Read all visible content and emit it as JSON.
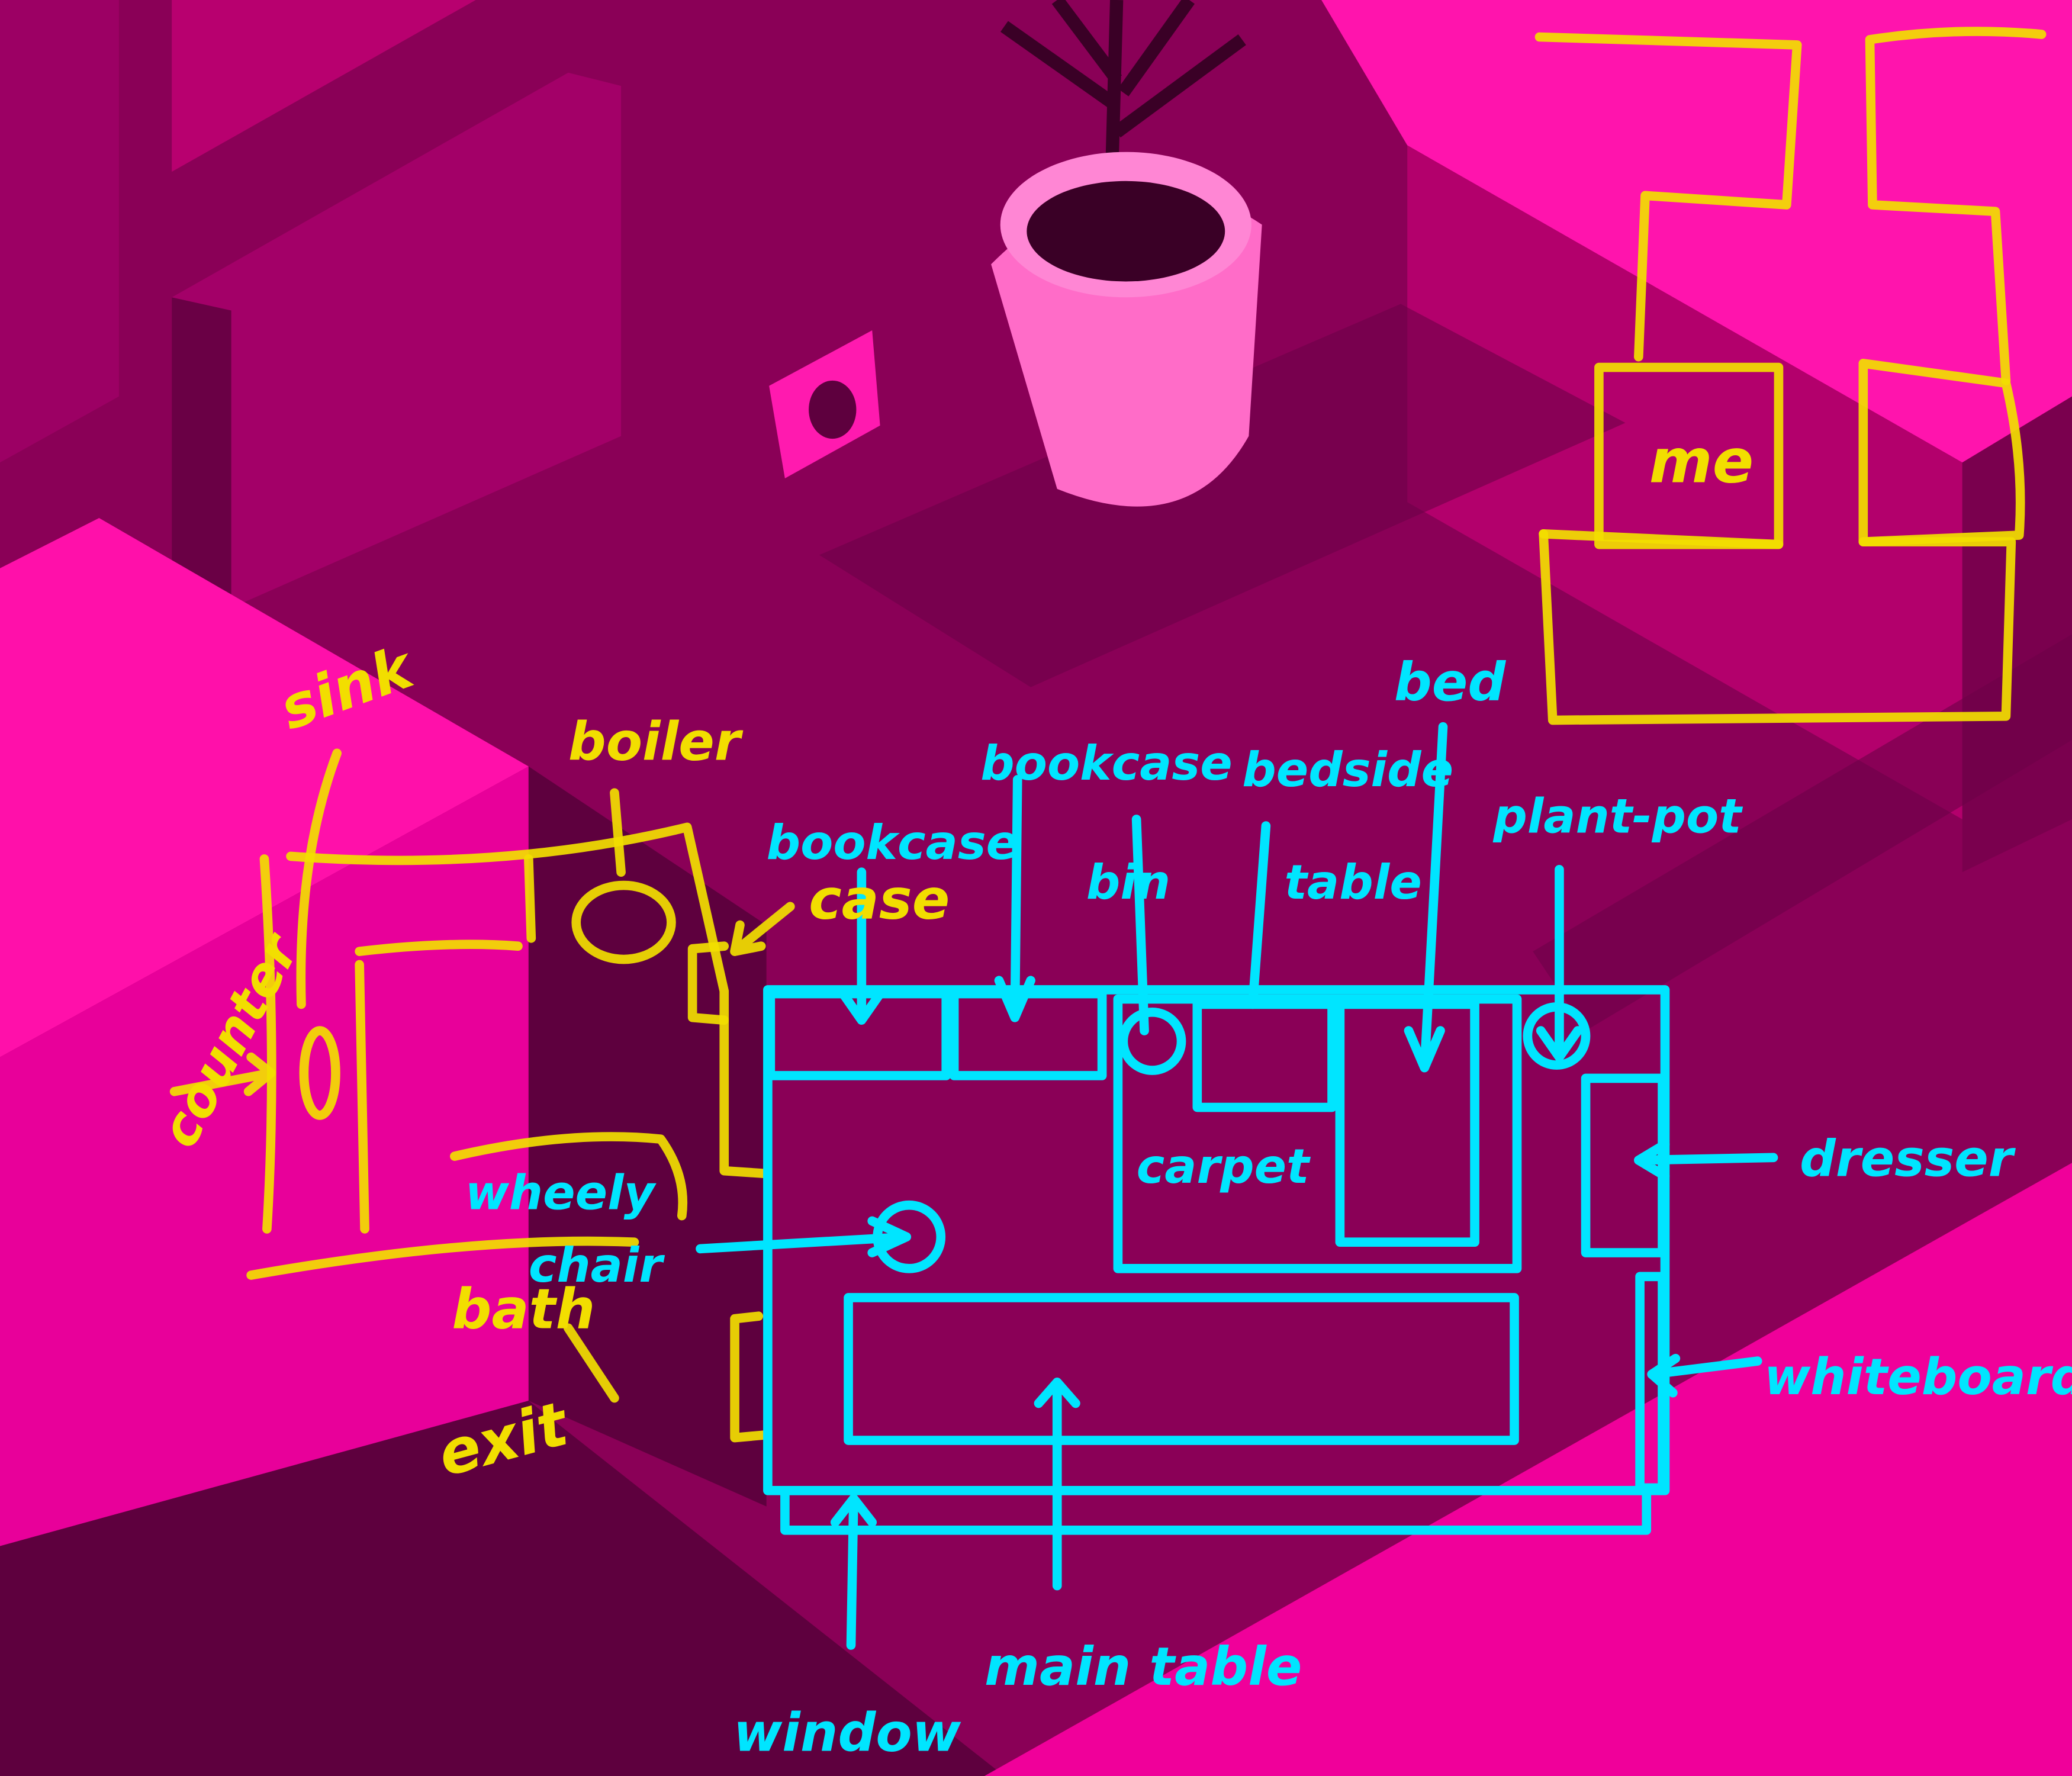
{
  "colors": {
    "background": "#8a0057",
    "bright_pink": "#ff10aa",
    "dark_shadow": "#5e003e",
    "furniture_lines": "#00e5ff",
    "bathroom_lines": "#f2de00"
  },
  "yellow_labels": {
    "sink": "sink",
    "boiler": "boiler",
    "counter": "counter",
    "case": "case",
    "bath": "bath",
    "exit": "exit",
    "me": "me"
  },
  "cyan_labels": {
    "bookcase_1": "bookcase",
    "bookcase_2": "bookcase",
    "bin": "bin",
    "bedside_1": "bedside",
    "bedside_2": "table",
    "bed": "bed",
    "plant_pot": "plant-pot",
    "carpet": "carpet",
    "dresser": "dresser",
    "whiteboard": "whiteboard",
    "main_table": "main table",
    "window": "window",
    "wheely_1": "wheely",
    "wheely_2": "chair"
  }
}
